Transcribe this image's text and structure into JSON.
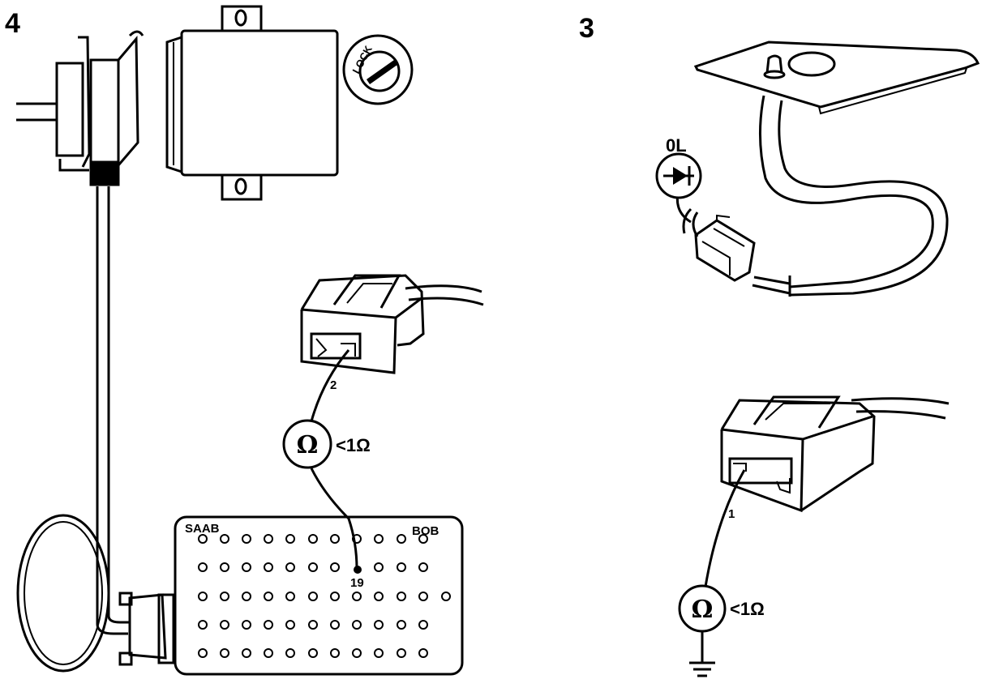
{
  "step_left": "4",
  "step_right": "3",
  "lock_label": "LOCK",
  "bob_brand": "SAAB",
  "bob_name": "BOB",
  "pin_bob": "19",
  "pin_connector_left": "2",
  "pin_connector_right": "1",
  "ohm_symbol": "Ω",
  "reading_left": "<1Ω",
  "reading_right": "<1Ω",
  "diode_reading": "0L",
  "line_color": "#000000",
  "background": "#ffffff"
}
